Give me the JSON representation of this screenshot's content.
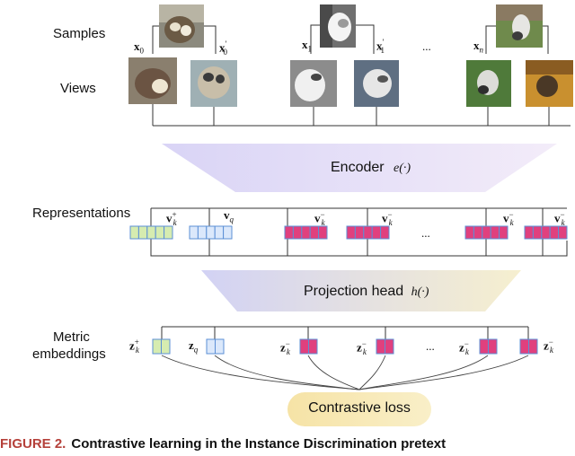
{
  "labels": {
    "samples": "Samples",
    "views": "Views",
    "representations": "Representations",
    "metric": "Metric",
    "embeddings": "embeddings"
  },
  "math": {
    "x0": "x",
    "x0_sub": "0",
    "x0p": "x",
    "x0p_sub": "0",
    "x0p_sup": "′",
    "x1": "x",
    "x1_sub": "1",
    "x1p": "x",
    "x1p_sub": "1",
    "x1p_sup": "′",
    "xn": "x",
    "xn_sub": "n",
    "dots": "...",
    "vk_plus": "v",
    "vk_plus_sub": "k",
    "vk_plus_sup": "+",
    "vq": "v",
    "vq_sub": "q",
    "vk_minus": "v",
    "vk_minus_sub": "k",
    "vk_minus_sup": "−",
    "zk_plus": "z",
    "zk_plus_sub": "k",
    "zk_plus_sup": "+",
    "zq": "z",
    "zq_sub": "q",
    "zk_minus": "z",
    "zk_minus_sub": "k",
    "zk_minus_sup": "−"
  },
  "encoder": {
    "label": "Encoder",
    "func": "e(·)"
  },
  "projection": {
    "label": "Projection head",
    "func": "h(·)"
  },
  "loss": {
    "label": "Contrastive loss"
  },
  "caption": {
    "figure": "FIGURE 2.",
    "text": "Contrastive learning in the Instance Discrimination pretext"
  },
  "colors": {
    "positive": "#d6ecb0",
    "query": "#dbe8fb",
    "negative": "#e0407e",
    "box_border": "#5b8fd6",
    "encoder_left": "#d9d4f6",
    "encoder_right": "#f3ecf9",
    "projection_left": "#d2d2f4",
    "projection_right": "#f6efcf",
    "loss_fill": "#f7e8b4",
    "caption_fig": "#b5403a"
  }
}
